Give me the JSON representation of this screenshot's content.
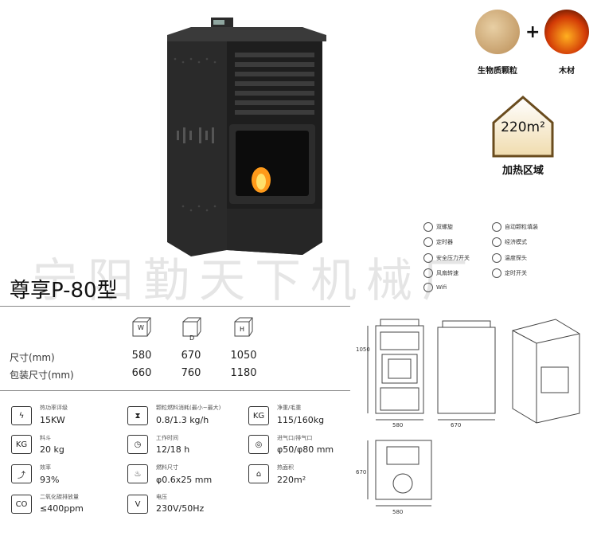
{
  "watermark": "宁阳勤天下机械厂",
  "model_title": "尊享P-80型",
  "fuel": {
    "pellet_icon": "wood-pellet-icon",
    "pellet_label": "生物质颗粒",
    "plus": "+",
    "wood_icon": "burning-wood-icon",
    "wood_label": "木材"
  },
  "heating": {
    "area_value": "220m²",
    "label": "加热区域",
    "color": "#f5e8c8"
  },
  "features": [
    {
      "icon": "twin-screw-icon",
      "label": "双螺旋"
    },
    {
      "icon": "auto-feed-icon",
      "label": "自动颗粒填装"
    },
    {
      "icon": "timer-icon",
      "label": "定时器"
    },
    {
      "icon": "eco-mode-icon",
      "label": "经济模式"
    },
    {
      "icon": "safety-switch-icon",
      "label": "安全压力开关"
    },
    {
      "icon": "temp-probe-icon",
      "label": "温度探头"
    },
    {
      "icon": "fan-icon",
      "label": "风扇转速"
    },
    {
      "icon": "timed-switch-icon",
      "label": "定时开关"
    },
    {
      "icon": "wifi-icon",
      "label": "Wifi"
    }
  ],
  "dimensions": {
    "headers": [
      "W",
      "D",
      "H"
    ],
    "size_label": "尺寸(mm)",
    "size_values": [
      "580",
      "670",
      "1050"
    ],
    "package_label": "包装尺寸(mm)",
    "package_values": [
      "660",
      "760",
      "1180"
    ]
  },
  "specs": [
    {
      "icon": "power-icon",
      "icon_text": "ϟ",
      "label": "热功率评级",
      "value": "15KW"
    },
    {
      "icon": "hopper-icon",
      "icon_text": "⧗",
      "label": "颗粒燃料消耗(最小~最大)",
      "value": "0.8/1.3 kg/h"
    },
    {
      "icon": "weight-icon",
      "icon_text": "KG",
      "label": "净重/毛重",
      "value": "115/160kg"
    },
    {
      "icon": "hopper-weight-icon",
      "icon_text": "KG",
      "label": "料斗",
      "value": "20 kg"
    },
    {
      "icon": "clock-icon",
      "icon_text": "◷",
      "label": "工作时间",
      "value": "12/18 h"
    },
    {
      "icon": "air-intake-icon",
      "icon_text": "◎",
      "label": "进气口/排气口",
      "value": "φ50/φ80 mm"
    },
    {
      "icon": "efficiency-icon",
      "icon_text": "⤴",
      "label": "效率",
      "value": "93%"
    },
    {
      "icon": "flame-icon",
      "icon_text": "♨",
      "label": "燃料尺寸",
      "value": "φ0.6x25 mm"
    },
    {
      "icon": "house-icon",
      "icon_text": "⌂",
      "label": "热面积",
      "value": "220m²"
    },
    {
      "icon": "co-icon",
      "icon_text": "CO",
      "label": "二氧化碳排放量",
      "value": "≤400ppm"
    },
    {
      "icon": "voltage-icon",
      "icon_text": "V",
      "label": "电压",
      "value": "230V/50Hz"
    }
  ],
  "drawing_dims": {
    "height": "1050",
    "width": "580",
    "depth": "670",
    "top_depth": "670",
    "top_width": "580"
  }
}
